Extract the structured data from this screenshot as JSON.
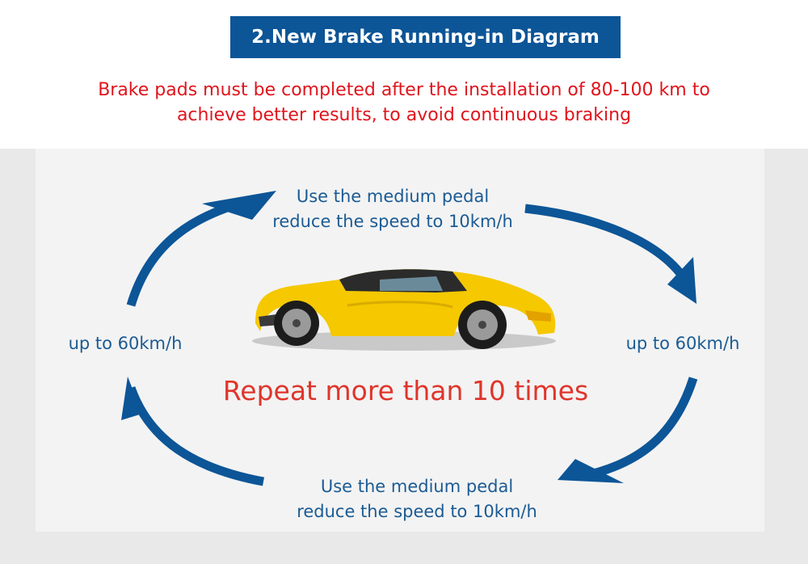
{
  "title": "2.New Brake Running-in Diagram",
  "subtitle": {
    "line1": "Brake pads must be completed after the installation of 80-100 km to",
    "line2": "achieve better results, to avoid continuous braking"
  },
  "steps": {
    "top": {
      "line1": "Use the medium pedal",
      "line2": "reduce the speed to 10km/h"
    },
    "bottom": {
      "line1": "Use the medium pedal",
      "line2": "reduce the speed to 10km/h"
    },
    "left": "up to 60km/h",
    "right": "up to 60km/h"
  },
  "repeat_text": "Repeat more than 10 times",
  "colors": {
    "title_bg": "#0c5597",
    "subtitle": "#e0141c",
    "label": "#1b5b94",
    "repeat": "#e0352b",
    "arrow": "#0c5597",
    "car_body": "#f5c800"
  },
  "icons": {
    "center_image": "yellow-sports-car"
  }
}
